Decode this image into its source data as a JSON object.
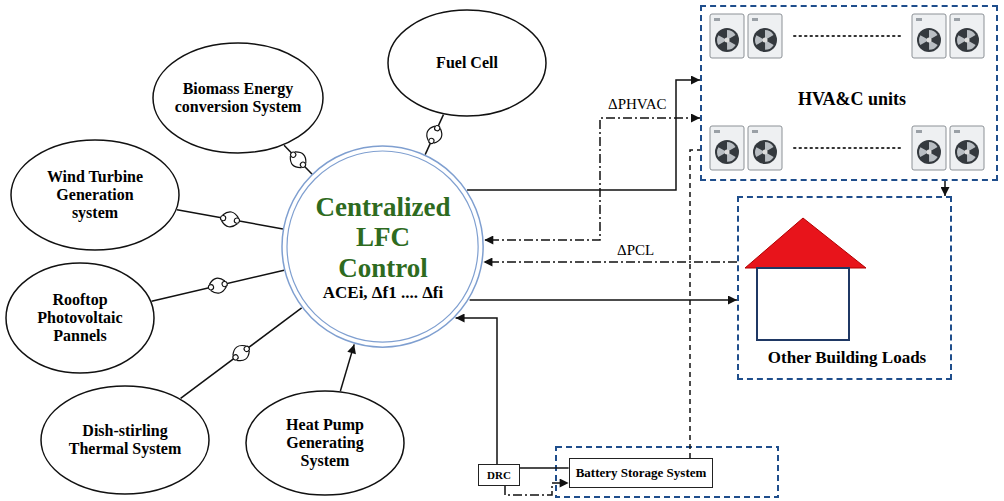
{
  "diagram": {
    "nodes": [
      {
        "text": [
          "Biomass Energy conversion System"
        ]
      },
      {
        "text": [
          "Fuel Cell"
        ]
      },
      {
        "text": [
          "HVA&C units"
        ]
      },
      {
        "text": [
          "Wind Turbine Generation system"
        ]
      },
      {
        "text": [
          "Centralized LFC Control",
          "ACEi, Δf1 .... Δfi"
        ]
      },
      {
        "text": [
          "Rooftop Photovoltaic Pannels"
        ]
      },
      {
        "text": [
          "Other Building Loads"
        ]
      },
      {
        "text": [
          "DRC"
        ]
      },
      {
        "text": [
          "Battery Storage System"
        ]
      },
      {
        "text": [
          "Dish-stirling Thermal System"
        ]
      },
      {
        "text": [
          "Heat Pump Generating System"
        ]
      }
    ],
    "edges": [
      {
        "from": 0,
        "to": 4,
        "arrow": "none"
      },
      {
        "from": 1,
        "to": 4,
        "arrow": "none"
      },
      {
        "from": 3,
        "to": 4,
        "arrow": "none"
      },
      {
        "from": 5,
        "to": 4,
        "arrow": "none"
      },
      {
        "from": 9,
        "to": 4,
        "arrow": "none"
      },
      {
        "from": 10,
        "to": 4,
        "arrow": "to"
      },
      {
        "from": 4,
        "to": 2,
        "arrow": "to"
      },
      {
        "from": 2,
        "to": 4,
        "arrow": "both",
        "label": "ΔPHVAC"
      },
      {
        "from": 2,
        "to": 6,
        "arrow": "to"
      },
      {
        "from": 6,
        "to": 4,
        "arrow": "to",
        "label": "ΔPCL"
      },
      {
        "from": 4,
        "to": 6,
        "arrow": "to"
      },
      {
        "from": 7,
        "to": 4,
        "arrow": "to"
      },
      {
        "from": 8,
        "to": 7,
        "arrow": "none"
      },
      {
        "from": 7,
        "to": 8,
        "arrow": "to"
      },
      {
        "from": 8,
        "to": 2,
        "arrow": "none"
      }
    ]
  }
}
